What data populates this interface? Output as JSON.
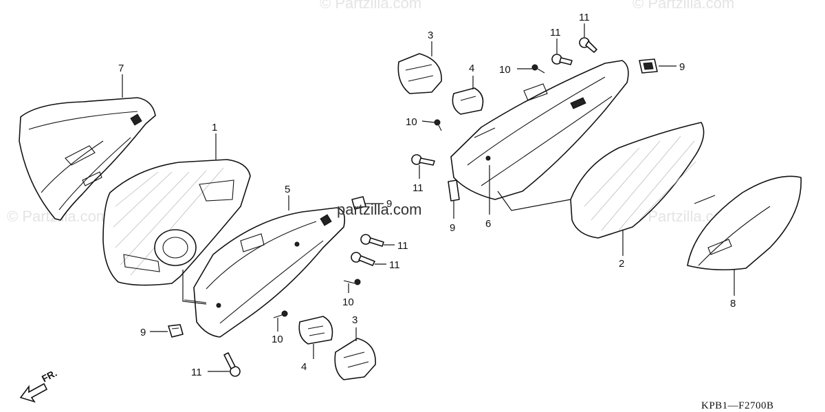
{
  "watermarks": [
    "© Partzilla.com",
    "© Partzilla.com",
    "© Partzilla.com",
    "© Partzilla.com"
  ],
  "site_label": "partzilla.com",
  "diagram_code": "KPB1—F2700B",
  "front_marker": "FR.",
  "callouts": [
    {
      "id": "c7",
      "text": "7"
    },
    {
      "id": "c1",
      "text": "1"
    },
    {
      "id": "c5",
      "text": "5"
    },
    {
      "id": "c9a",
      "text": "9"
    },
    {
      "id": "c9b",
      "text": "9"
    },
    {
      "id": "c11a",
      "text": "11"
    },
    {
      "id": "c11b",
      "text": "11"
    },
    {
      "id": "c10a",
      "text": "10"
    },
    {
      "id": "c10b",
      "text": "10"
    },
    {
      "id": "c4a",
      "text": "4"
    },
    {
      "id": "c3a",
      "text": "3"
    },
    {
      "id": "c11c",
      "text": "11"
    },
    {
      "id": "c3b",
      "text": "3"
    },
    {
      "id": "c4b",
      "text": "4"
    },
    {
      "id": "c10c",
      "text": "10"
    },
    {
      "id": "c11d",
      "text": "11"
    },
    {
      "id": "c11e",
      "text": "11"
    },
    {
      "id": "c9c",
      "text": "9"
    },
    {
      "id": "c10d",
      "text": "10"
    },
    {
      "id": "c11f",
      "text": "11"
    },
    {
      "id": "c9d",
      "text": "9"
    },
    {
      "id": "c6",
      "text": "6"
    },
    {
      "id": "c2",
      "text": "2"
    },
    {
      "id": "c8",
      "text": "8"
    }
  ]
}
